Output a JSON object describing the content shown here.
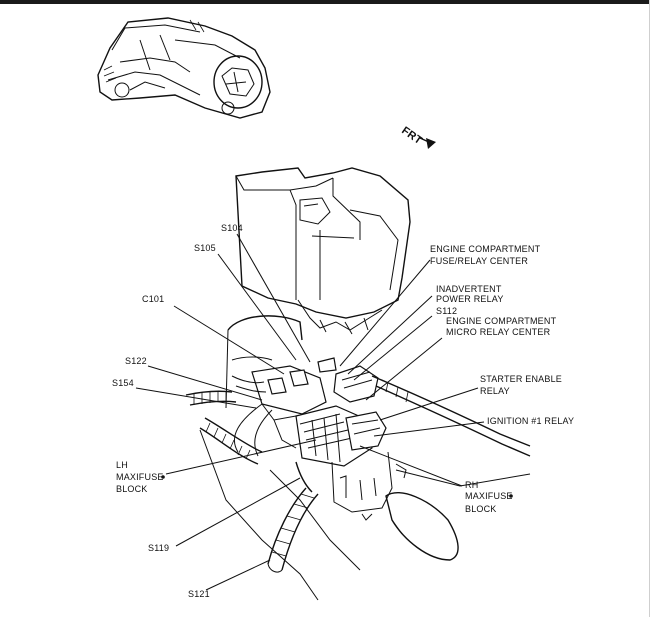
{
  "direction_label": "FRT",
  "labels": {
    "s104": "S104",
    "s105": "S105",
    "c101": "C101",
    "s122": "S122",
    "s154": "S154",
    "s119": "S119",
    "s121": "S121",
    "s112": "S112",
    "lh_maxifuse_1": "LH",
    "lh_maxifuse_2": "MAXIFUSE",
    "lh_maxifuse_3": "BLOCK",
    "rh_maxifuse_1": "RH",
    "rh_maxifuse_2": "MAXIFUSE",
    "rh_maxifuse_3": "BLOCK",
    "fuse_center_1": "ENGINE COMPARTMENT",
    "fuse_center_2": "FUSE/RELAY CENTER",
    "inadvertent_1": "INADVERTENT",
    "inadvertent_2": "POWER RELAY",
    "micro_relay_1": "ENGINE COMPARTMENT",
    "micro_relay_2": "MICRO RELAY CENTER",
    "starter_1": "STARTER ENABLE",
    "starter_2": "RELAY",
    "ignition": "IGNITION #1 RELAY"
  }
}
